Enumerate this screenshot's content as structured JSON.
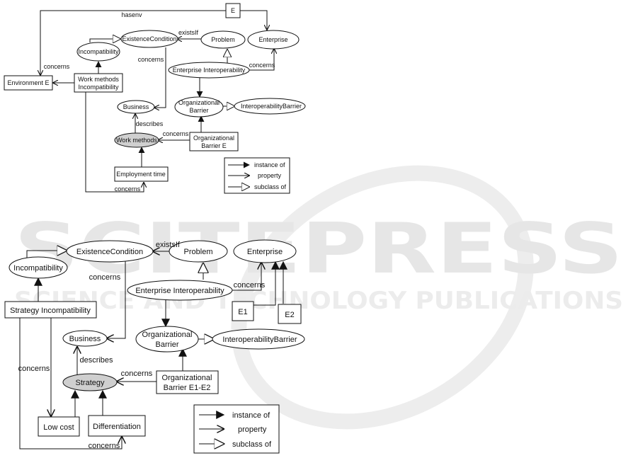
{
  "watermark": {
    "main": "SCITEPRESS",
    "sub": "SCIENCE AND TECHNOLOGY PUBLICATIONS"
  },
  "top_diagram": {
    "nodes": {
      "e_box": "E",
      "existence_condition": "ExistenceCondition",
      "problem": "Problem",
      "enterprise": "Enterprise",
      "incompatibility": "Incompatibility",
      "environment_e": "Environment E",
      "work_methods_incompat_l1": "Work methods",
      "work_methods_incompat_l2": "Incompatibility",
      "enterprise_interop": "Enterprise Interoperability",
      "business": "Business",
      "org_barrier_l1": "Organizational",
      "org_barrier_l2": "Barrier",
      "interop_barrier": "InteroperabilityBarrier",
      "work_methods": "Work methods",
      "org_barrier_e_l1": "Organizational",
      "org_barrier_e_l2": "Barrier E",
      "employment_time": "Employment time"
    },
    "edge_labels": {
      "hasenv": "hasenv",
      "existsif": "existsIf",
      "concerns_env": "concerns",
      "concerns_business": "concerns",
      "concerns_enterprise": "concerns",
      "describes": "describes",
      "concerns_work": "concerns",
      "concerns_employment": "concerns"
    },
    "legend": {
      "instance_of": "instance of",
      "property": "property",
      "subclass_of": "subclass of"
    }
  },
  "bottom_diagram": {
    "nodes": {
      "existence_condition": "ExistenceCondition",
      "problem": "Problem",
      "enterprise": "Enterprise",
      "incompatibility": "Incompatibility",
      "enterprise_interop": "Enterprise Interoperability",
      "strategy_incompat": "Strategy Incompatibility",
      "e1": "E1",
      "e2": "E2",
      "business": "Business",
      "org_barrier_l1": "Organizational",
      "org_barrier_l2": "Barrier",
      "interop_barrier": "InteroperabilityBarrier",
      "strategy": "Strategy",
      "org_barrier_e1e2_l1": "Organizational",
      "org_barrier_e1e2_l2": "Barrier E1-E2",
      "low_cost": "Low cost",
      "differentiation": "Differentiation"
    },
    "edge_labels": {
      "existsif": "existsIf",
      "concerns_business": "concerns",
      "concerns_enterprise": "concerns",
      "concerns_lowcost": "concerns",
      "describes": "describes",
      "concerns_strategy": "concerns",
      "concerns_diff": "concerns"
    },
    "legend": {
      "instance_of": "instance of",
      "property": "property",
      "subclass_of": "subclass of"
    }
  }
}
